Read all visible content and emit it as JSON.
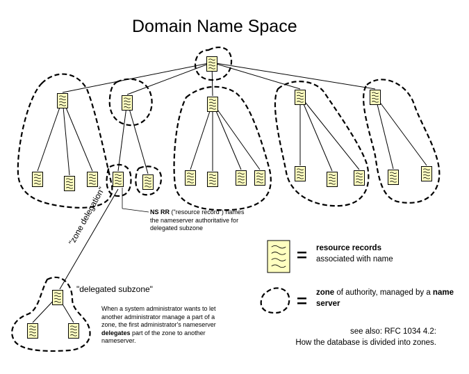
{
  "title": "Domain Name Space",
  "labels": {
    "zone_delegation": "\"zone delegation\"",
    "ns_rr_bold": "NS RR",
    "ns_rr_rest": " (\"resource record\") names the nameserver authoritative for delegated subzone",
    "delegated_subzone": "\"delegated subzone\"",
    "admin_note_1": "When a system administrator wants to let another administrator manage a part of a zone, the first administrator's nameserver ",
    "admin_note_bold": "delegates",
    "admin_note_2": " part of the zone to another nameserver."
  },
  "legend": {
    "rr_bold": "resource records",
    "rr_rest": "associated with name",
    "equals": "=",
    "zone_bold": "zone",
    "zone_mid": " of authority, managed by a ",
    "zone_ns_bold": "name server"
  },
  "see_also": {
    "line1": "see also: RFC 1034 4.2:",
    "line2": "How the database is divided into zones."
  },
  "colors": {
    "record_fill": "#ffffc0",
    "line": "#000000"
  },
  "icon": "resource-record-icon"
}
